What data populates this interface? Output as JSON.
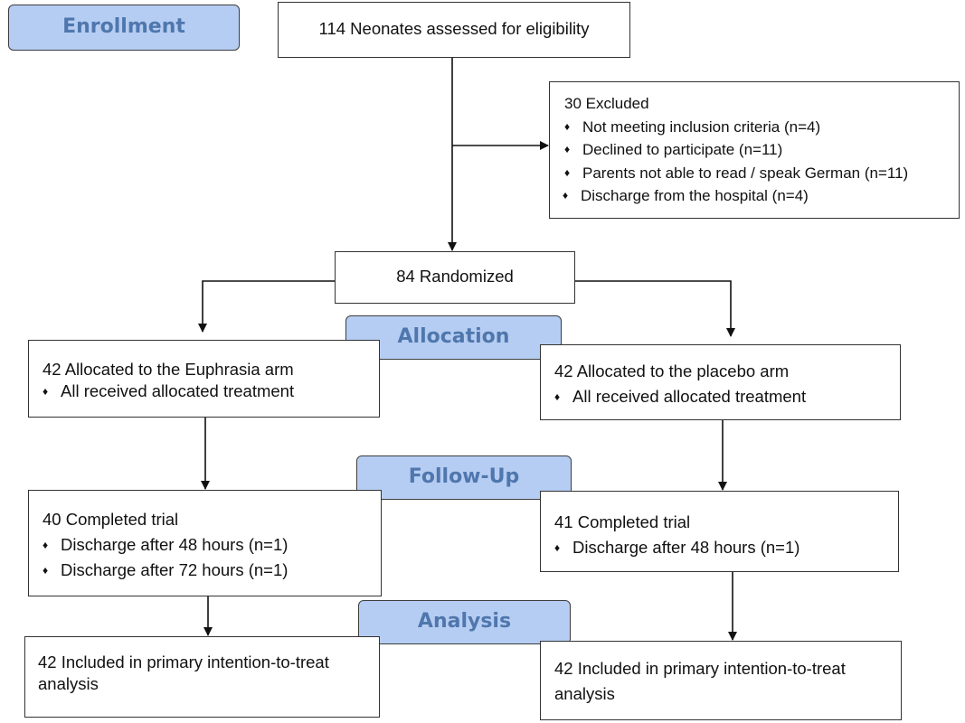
{
  "stages": {
    "enrollment": "Enrollment",
    "allocation": "Allocation",
    "followup": "Follow-Up",
    "analysis": "Analysis"
  },
  "assessed": "114 Neonates assessed for eligibility",
  "excluded": {
    "title": "30 Excluded",
    "items": [
      "Not meeting inclusion criteria (n=4)",
      "Declined to participate (n=11)",
      "Parents not able to read / speak German (n=11)",
      "Discharge from the hospital (n=4)"
    ]
  },
  "randomized": "84 Randomized",
  "bullet_glyph": "♦",
  "arm_euphrasia": {
    "allocated": "42 Allocated to the Euphrasia arm",
    "allocated_note": "All received allocated treatment",
    "completed": "40 Completed trial",
    "completed_notes": [
      "Discharge after 48 hours (n=1)",
      "Discharge after 72 hours (n=1)"
    ],
    "analysis": [
      "42 Included in primary intention-to-treat",
      "analysis"
    ]
  },
  "arm_placebo": {
    "allocated": "42 Allocated to the placebo arm",
    "allocated_note": "All received allocated treatment",
    "completed": "41 Completed trial",
    "completed_notes": [
      "Discharge after 48 hours (n=1)"
    ],
    "analysis": [
      "42 Included in primary intention-to-treat",
      "analysis"
    ]
  }
}
